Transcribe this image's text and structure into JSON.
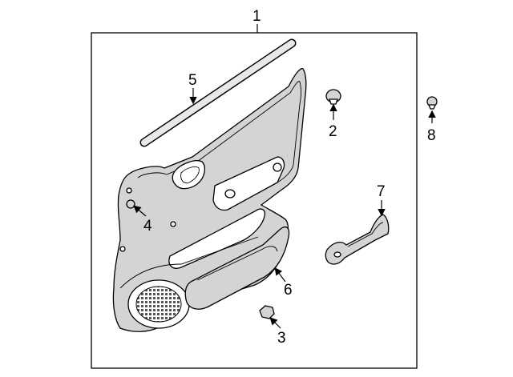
{
  "diagram": {
    "callouts": [
      {
        "id": "1",
        "label": "1"
      },
      {
        "id": "2",
        "label": "2"
      },
      {
        "id": "3",
        "label": "3"
      },
      {
        "id": "4",
        "label": "4"
      },
      {
        "id": "5",
        "label": "5"
      },
      {
        "id": "6",
        "label": "6"
      },
      {
        "id": "7",
        "label": "7"
      },
      {
        "id": "8",
        "label": "8"
      }
    ],
    "parts": [
      {
        "id": "1",
        "name": "door-trim-panel-assembly"
      },
      {
        "id": "2",
        "name": "clip-fastener"
      },
      {
        "id": "3",
        "name": "nut-fastener"
      },
      {
        "id": "4",
        "name": "retainer-clip"
      },
      {
        "id": "5",
        "name": "belt-weatherstrip"
      },
      {
        "id": "6",
        "name": "armrest-pad"
      },
      {
        "id": "7",
        "name": "pull-handle"
      },
      {
        "id": "8",
        "name": "push-clip"
      }
    ]
  }
}
